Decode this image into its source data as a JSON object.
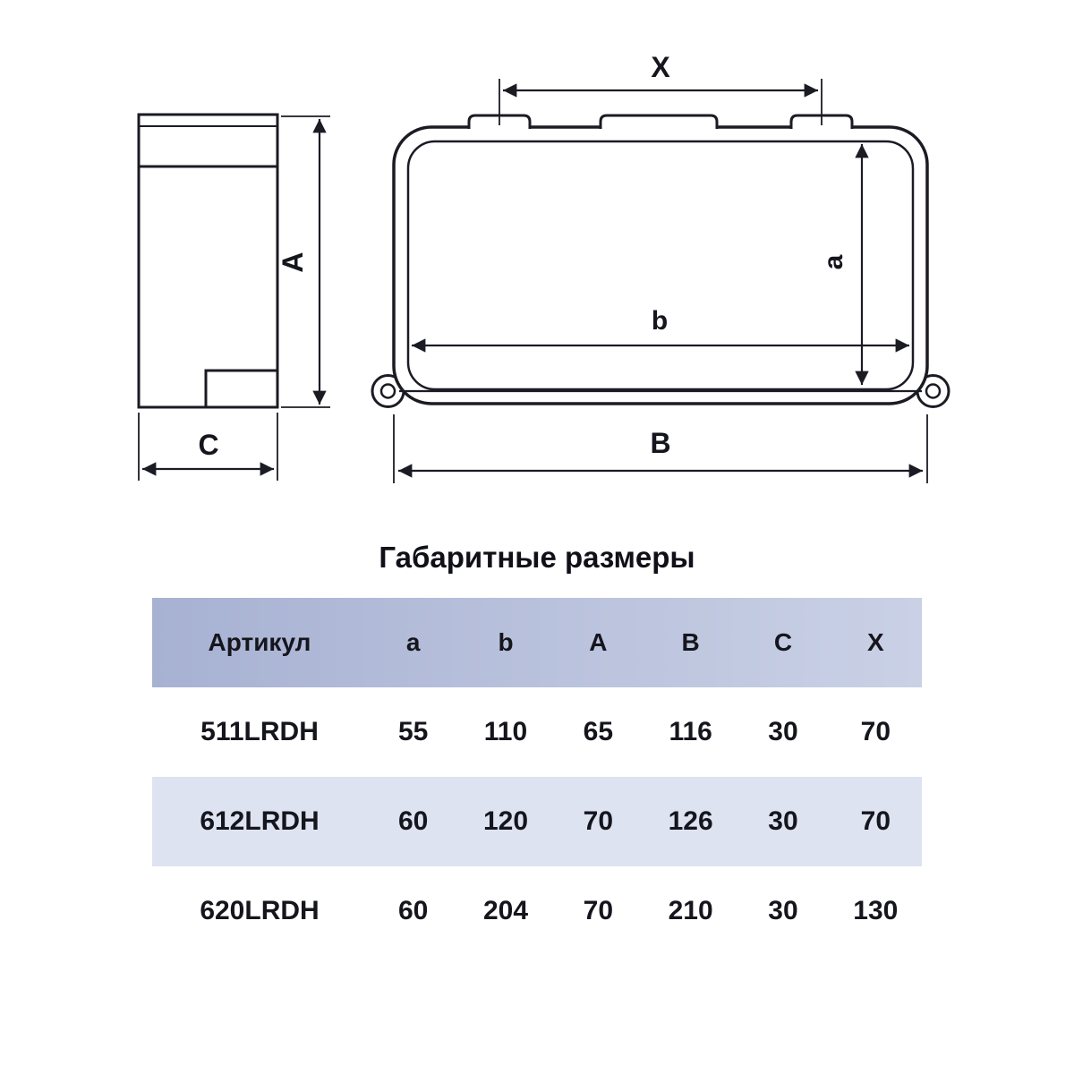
{
  "diagram": {
    "labels": {
      "X": "X",
      "A": "A",
      "a": "a",
      "b": "b",
      "B": "B",
      "C": "C"
    }
  },
  "table": {
    "title": "Габаритные размеры",
    "columns": [
      "Артикул",
      "a",
      "b",
      "A",
      "B",
      "C",
      "X"
    ],
    "rows": [
      [
        "511LRDH",
        "55",
        "110",
        "65",
        "116",
        "30",
        "70"
      ],
      [
        "612LRDH",
        "60",
        "120",
        "70",
        "126",
        "30",
        "70"
      ],
      [
        "620LRDH",
        "60",
        "204",
        "70",
        "210",
        "30",
        "130"
      ]
    ]
  },
  "colors": {
    "header_gradient_start": "#a7b1d2",
    "header_gradient_end": "#cad1e6",
    "row_stripe": "#dee3f2",
    "line_color": "#1b1b24",
    "text_color": "#15151d"
  }
}
